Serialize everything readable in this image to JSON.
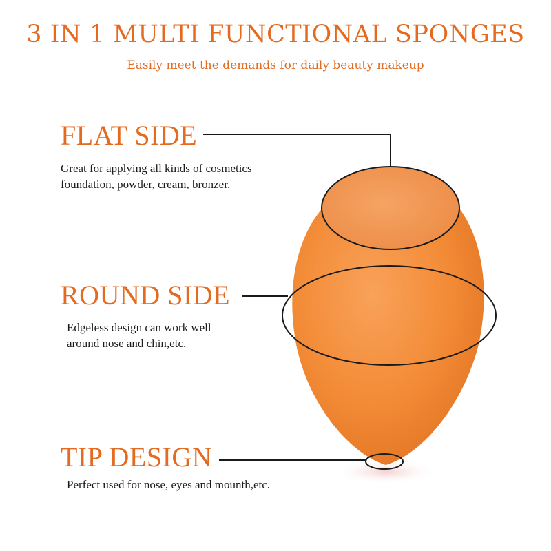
{
  "header": {
    "title": "3 IN 1 MULTI FUNCTIONAL SPONGES",
    "subtitle": "Easily meet the demands for daily beauty makeup"
  },
  "features": [
    {
      "title": "FLAT SIDE",
      "lines": [
        "Great for applying all kinds of cosmetics",
        "foundation, powder, cream, bronzer."
      ]
    },
    {
      "title": "ROUND SIDE",
      "lines": [
        "Edgeless design can work well",
        "around nose and chin,etc."
      ]
    },
    {
      "title": "TIP DESIGN",
      "lines": [
        "Perfect used for nose, eyes and mounth,etc."
      ]
    }
  ],
  "colors": {
    "accent": "#e36a1f",
    "sponge": "#f28a35",
    "text": "#1c1c1c"
  }
}
